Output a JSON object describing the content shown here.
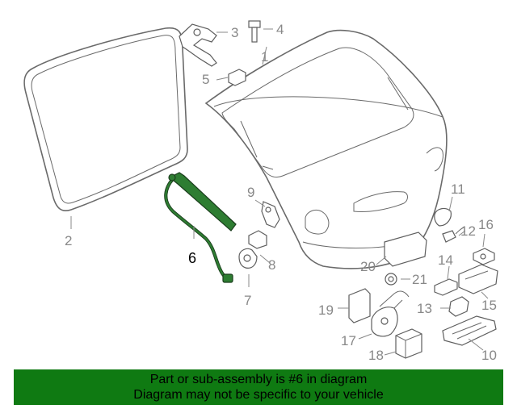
{
  "callouts": {
    "c1": "1",
    "c2": "2",
    "c3": "3",
    "c4": "4",
    "c5": "5",
    "c6": "6",
    "c7": "7",
    "c8": "8",
    "c9": "9",
    "c10": "10",
    "c11": "11",
    "c12": "12",
    "c13": "13",
    "c14": "14",
    "c15": "15",
    "c16": "16",
    "c17": "17",
    "c18": "18",
    "c19": "19",
    "c20": "20",
    "c21": "21"
  },
  "highlighted_part": "6",
  "colors": {
    "highlight": "#2e7d32",
    "banner_bg": "#0f7a12"
  },
  "banner": {
    "line1": "Part or sub-assembly is #6 in diagram",
    "line2": "Diagram may not be specific to your vehicle"
  }
}
